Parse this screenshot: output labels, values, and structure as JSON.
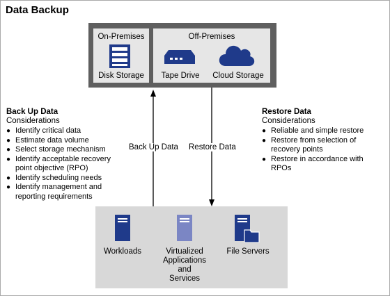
{
  "title": "Data Backup",
  "storage": {
    "on_premises": {
      "header": "On-Premises",
      "items": [
        {
          "label": "Disk Storage",
          "icon": "disk-storage-icon"
        }
      ]
    },
    "off_premises": {
      "header": "Off-Premises",
      "items": [
        {
          "label": "Tape Drive",
          "icon": "tape-drive-icon"
        },
        {
          "label": "Cloud Storage",
          "icon": "cloud-icon"
        }
      ]
    }
  },
  "backup": {
    "title": "Back Up Data",
    "subtitle": "Considerations",
    "items": [
      "Identify critical data",
      "Estimate data volume",
      "Select storage mechanism",
      "Identify acceptable recovery point objective (RPO)",
      "Identify scheduling needs",
      "Identify management and reporting requirements"
    ]
  },
  "restore": {
    "title": "Restore Data",
    "subtitle": "Considerations",
    "items": [
      "Reliable and simple restore",
      "Restore from selection of recovery points",
      "Restore in accordance with RPOs"
    ]
  },
  "arrows": {
    "backup_label": "Back Up Data",
    "restore_label": "Restore Data"
  },
  "sources": {
    "workloads": "Workloads",
    "virtualized_line1": "Virtualized",
    "virtualized_line2": "Applications",
    "virtualized_line3": "and",
    "virtualized_line4": "Services",
    "file_servers": "File Servers"
  },
  "colors": {
    "dark_blue": "#1f3a8a",
    "light_blue": "#7b86c4",
    "frame_gray": "#5f5f5f",
    "box_gray": "#e6e6e6",
    "bottom_gray": "#d8d8d8"
  }
}
